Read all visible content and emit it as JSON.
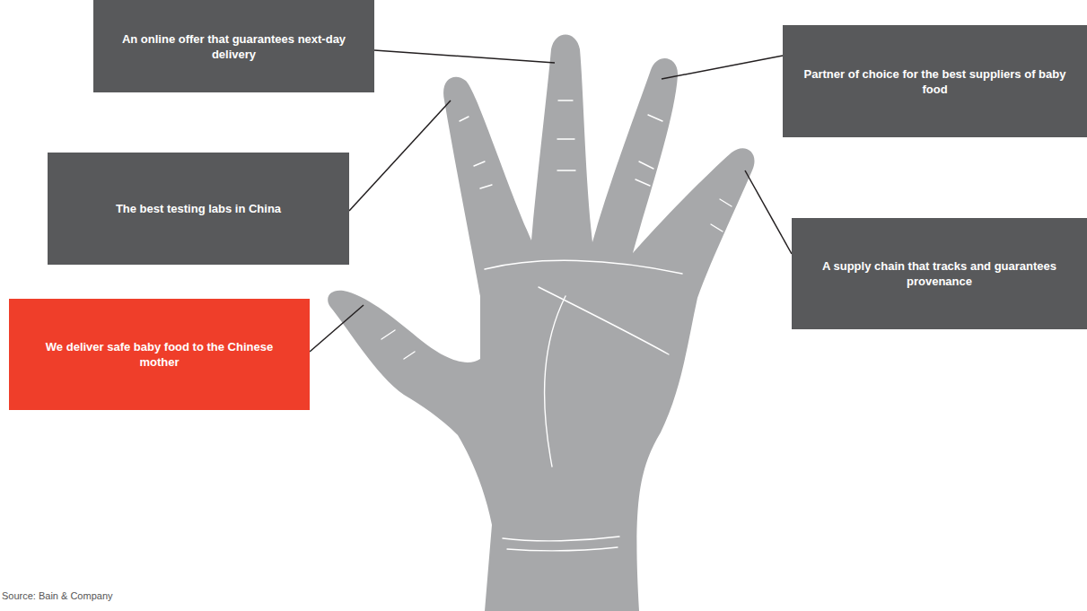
{
  "diagram": {
    "nodes": [
      {
        "text": [
          "An online offer that guarantees next-day delivery"
        ]
      },
      {
        "text": [
          "Partner of choice for the best suppliers of baby food"
        ]
      },
      {
        "text": [
          "The best testing labs in China"
        ]
      },
      {
        "text": [
          "A supply chain that tracks and guarantees provenance"
        ]
      },
      {
        "text": [
          "We deliver safe baby food to the Chinese mother"
        ]
      }
    ],
    "labels": [
      "Source: Bain & Company"
    ]
  }
}
